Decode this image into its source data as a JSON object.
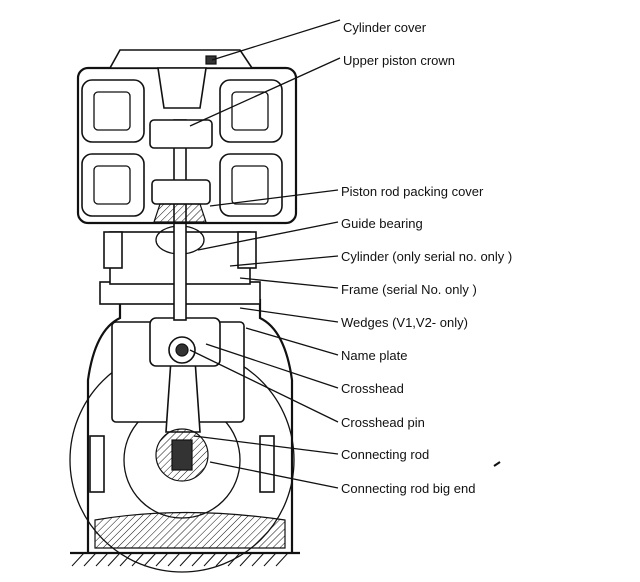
{
  "labels": [
    {
      "key": "cylinder_cover",
      "text": "Cylinder cover"
    },
    {
      "key": "upper_piston_crown",
      "text": "Upper piston crown"
    },
    {
      "key": "piston_rod_packing_cover",
      "text": "Piston rod packing cover"
    },
    {
      "key": "guide_bearing",
      "text": "Guide bearing"
    },
    {
      "key": "cylinder",
      "text": "Cylinder (only serial no. only )"
    },
    {
      "key": "frame",
      "text": "Frame (serial No. only )"
    },
    {
      "key": "wedges",
      "text": "Wedges (V1,V2- only)"
    },
    {
      "key": "name_plate",
      "text": "Name plate"
    },
    {
      "key": "crosshead",
      "text": "Crosshead"
    },
    {
      "key": "crosshead_pin",
      "text": "Crosshead pin"
    },
    {
      "key": "connecting_rod",
      "text": "Connecting rod"
    },
    {
      "key": "connecting_rod_big_end",
      "text": "Connecting rod big end"
    }
  ],
  "colors": {
    "ink": "#111111",
    "background": "#ffffff"
  }
}
